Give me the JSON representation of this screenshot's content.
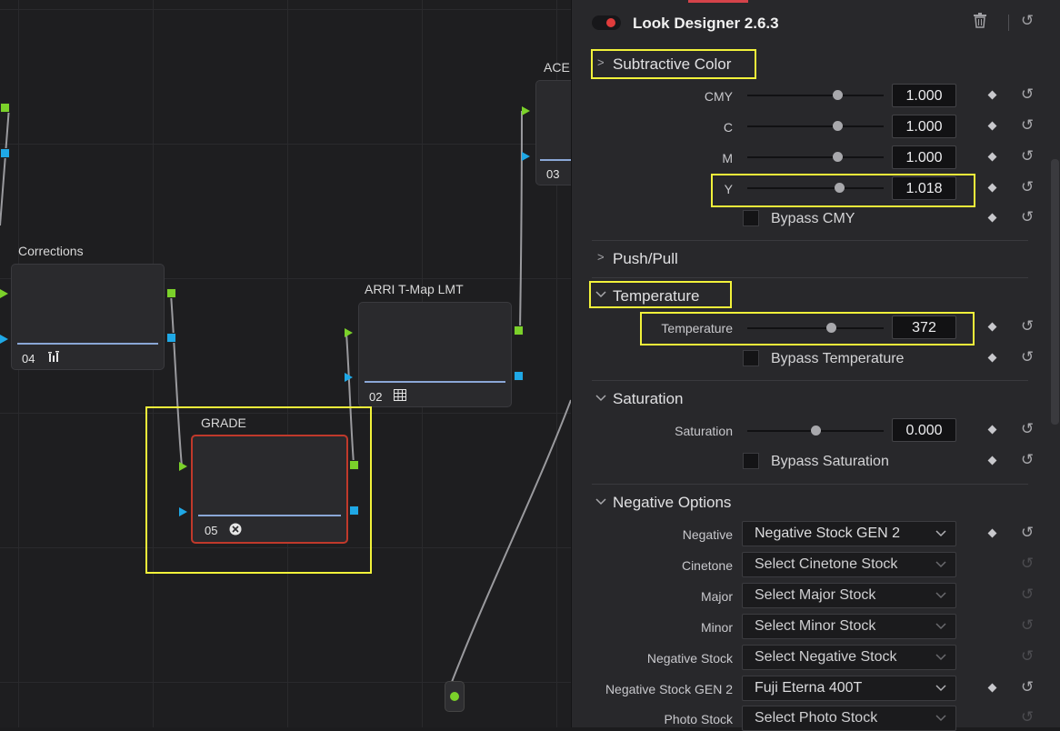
{
  "graph": {
    "nodes": {
      "ace": {
        "title": "ACE",
        "number": "03"
      },
      "corrections": {
        "title": "Corrections",
        "number": "04",
        "icon": "levels-icon"
      },
      "arri": {
        "title": "ARRI T-Map LMT",
        "number": "02",
        "icon": "grid-lut-icon"
      },
      "grade": {
        "title": "GRADE",
        "number": "05",
        "icon": "fx-icon"
      }
    }
  },
  "panel": {
    "title": "Look Designer 2.6.3",
    "sections": {
      "subtractive": {
        "title": "Subtractive Color",
        "params": [
          {
            "label": "CMY",
            "value": "1.000",
            "slider": 0.66
          },
          {
            "label": "C",
            "value": "1.000",
            "slider": 0.66
          },
          {
            "label": "M",
            "value": "1.000",
            "slider": 0.66
          },
          {
            "label": "Y",
            "value": "1.018",
            "slider": 0.67
          }
        ],
        "bypass": "Bypass CMY"
      },
      "pushpull": {
        "title": "Push/Pull"
      },
      "temperature": {
        "title": "Temperature",
        "param": {
          "label": "Temperature",
          "value": "372",
          "slider": 0.6
        },
        "bypass": "Bypass Temperature"
      },
      "saturation": {
        "title": "Saturation",
        "param": {
          "label": "Saturation",
          "value": "0.000",
          "slider": 0.5
        },
        "bypass": "Bypass Saturation"
      },
      "negative": {
        "title": "Negative Options",
        "rows": [
          {
            "label": "Negative",
            "value": "Negative Stock GEN 2"
          },
          {
            "label": "Cinetone",
            "value": "Select Cinetone Stock"
          },
          {
            "label": "Major",
            "value": "Select Major Stock"
          },
          {
            "label": "Minor",
            "value": "Select Minor Stock"
          },
          {
            "label": "Negative Stock",
            "value": "Select Negative Stock"
          },
          {
            "label": "Negative Stock GEN 2",
            "value": "Fuji Eterna 400T"
          },
          {
            "label": "Photo Stock",
            "value": "Select Photo Stock"
          }
        ]
      }
    }
  },
  "colors": {
    "accent_red": "#e03c3c",
    "highlight": "#f2f23a",
    "port_green": "#7bd12a",
    "port_blue": "#1fa8e6",
    "selected_node_border": "#c0392b"
  }
}
